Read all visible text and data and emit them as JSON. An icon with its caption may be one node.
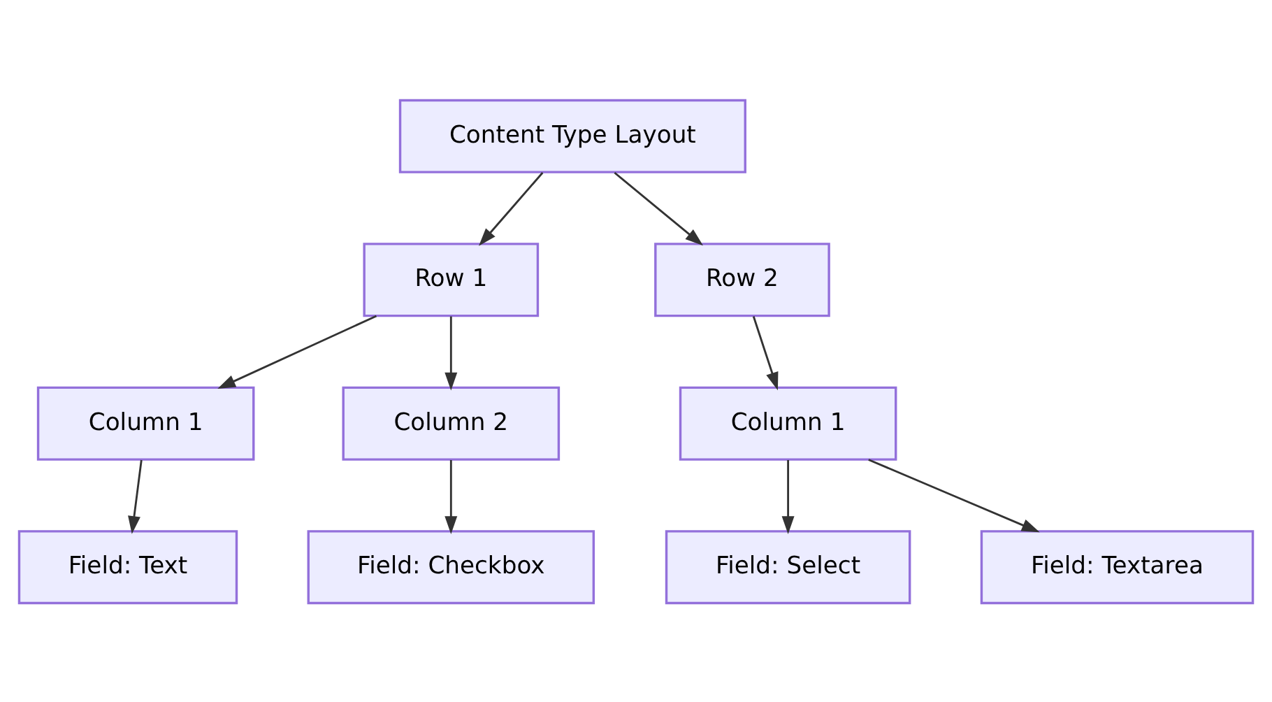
{
  "diagram": {
    "nodes": [
      {
        "text": [
          "Content Type Layout"
        ]
      },
      {
        "text": [
          "Row 1"
        ]
      },
      {
        "text": [
          "Row 2"
        ]
      },
      {
        "text": [
          "Column 1"
        ]
      },
      {
        "text": [
          "Column 2"
        ]
      },
      {
        "text": [
          "Column 1"
        ]
      },
      {
        "text": [
          "Field: Text"
        ]
      },
      {
        "text": [
          "Field: Checkbox"
        ]
      },
      {
        "text": [
          "Field: Select"
        ]
      },
      {
        "text": [
          "Field: Textarea"
        ]
      }
    ],
    "edges": [
      {
        "from": 0,
        "to": 1,
        "arrow": "to"
      },
      {
        "from": 0,
        "to": 2,
        "arrow": "to"
      },
      {
        "from": 1,
        "to": 3,
        "arrow": "to"
      },
      {
        "from": 1,
        "to": 4,
        "arrow": "to"
      },
      {
        "from": 2,
        "to": 5,
        "arrow": "to"
      },
      {
        "from": 3,
        "to": 6,
        "arrow": "to"
      },
      {
        "from": 4,
        "to": 7,
        "arrow": "to"
      },
      {
        "from": 5,
        "to": 8,
        "arrow": "to"
      },
      {
        "from": 5,
        "to": 9,
        "arrow": "to"
      }
    ]
  }
}
